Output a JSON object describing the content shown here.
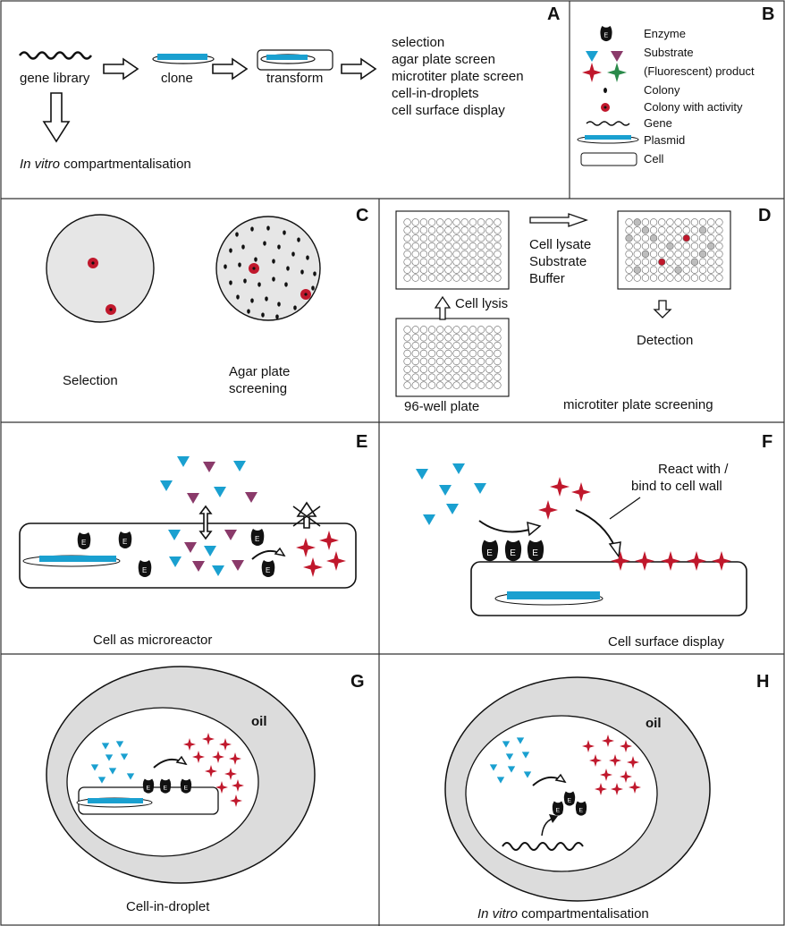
{
  "colors": {
    "cyan": "#1aa0d0",
    "purple": "#8a3a6a",
    "red": "#c0182c",
    "green": "#2a8a4a",
    "cell_fill": "#e6e6e6",
    "droplet": "#dcdcdc"
  },
  "panel_a": {
    "letter": "A",
    "gene_library": "gene library",
    "clone": "clone",
    "transform": "transform",
    "options": [
      "selection",
      "agar plate screen",
      "microtiter plate screen",
      "cell-in-droplets",
      "cell surface display"
    ],
    "ivc_italic": "In vitro",
    "ivc_rest": " compartmentalisation"
  },
  "panel_b": {
    "letter": "B",
    "legend": [
      "Enzyme",
      "Substrate",
      "(Fluorescent) product",
      "Colony",
      "Colony with activity",
      "Gene",
      "Plasmid",
      "Cell"
    ]
  },
  "panel_c": {
    "letter": "C",
    "selection": "Selection",
    "agar_line1": "Agar plate",
    "agar_line2": "screening"
  },
  "panel_d": {
    "letter": "D",
    "cell_lysis": "Cell lysis",
    "additions": [
      "Cell lysate",
      "Substrate",
      "Buffer"
    ],
    "detection": "Detection",
    "plate_label": "96-well plate",
    "caption": "microtiter plate screening"
  },
  "panel_e": {
    "letter": "E",
    "enzyme_mark": "E",
    "caption": "Cell as microreactor"
  },
  "panel_f": {
    "letter": "F",
    "note_line1": "React with /",
    "note_line2": "bind to cell wall",
    "enzyme_mark": "E",
    "caption": "Cell surface display"
  },
  "panel_g": {
    "letter": "G",
    "oil": "oil",
    "enzyme_mark": "E",
    "caption": "Cell-in-droplet"
  },
  "panel_h": {
    "letter": "H",
    "oil": "oil",
    "enzyme_mark": "E",
    "caption_italic": "In vitro",
    "caption_rest": " compartmentalisation"
  }
}
